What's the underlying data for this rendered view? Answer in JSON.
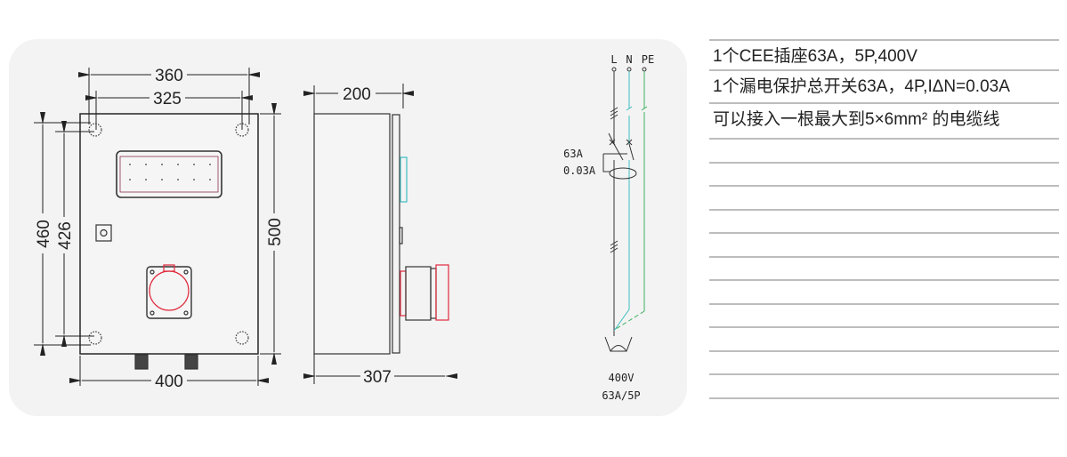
{
  "dimensions": {
    "front_width_outer": "360",
    "front_width_inner": "325",
    "front_height_outer": "460",
    "front_height_inner": "426",
    "front_total_height": "500",
    "front_total_width": "400",
    "side_depth": "200",
    "side_total_depth": "307"
  },
  "schematic": {
    "terminals": [
      "L",
      "N",
      "PE"
    ],
    "breaker_rating": "63A",
    "residual_current": "0.03A",
    "socket_voltage": "400V",
    "socket_rating": "63A/5P"
  },
  "spec_table": {
    "rows": [
      "1个CEE插座63A，5P,400V",
      "1个漏电保护总开关63A，4P,IΔN=0.03A",
      "可以接入一根最大到5×6mm² 的电缆线"
    ],
    "empty_rows": 11
  },
  "colors": {
    "background_panel": "#f3f3f3",
    "line": "#333333",
    "socket_red": "#e0283c",
    "neutral_cyan": "#3cbcc0",
    "earth_green": "#3cb060"
  }
}
